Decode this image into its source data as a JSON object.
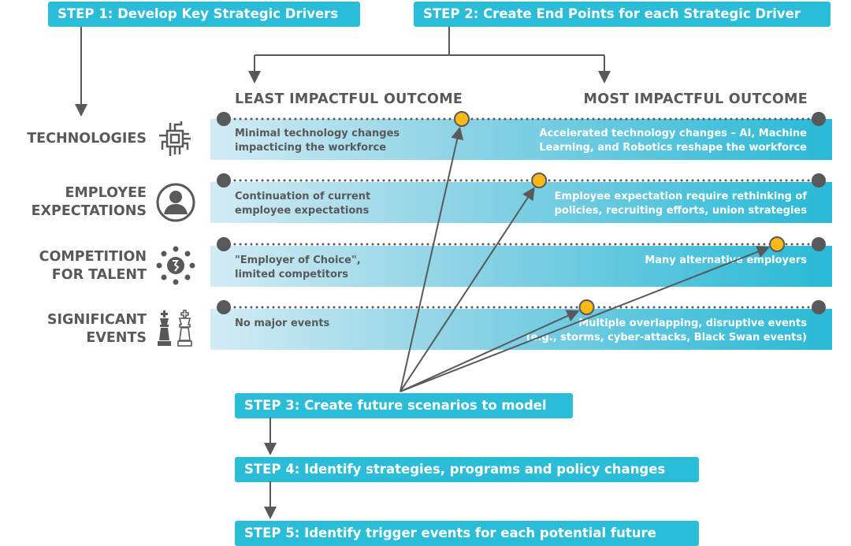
{
  "steps": {
    "step1": "STEP 1: Develop Key Strategic Drivers",
    "step2": "STEP 2: Create End Points for each Strategic Driver",
    "step3": "STEP 3: Create future scenarios to model",
    "step4": "STEP 4: Identify strategies, programs and policy changes",
    "step5": "STEP 5: Identify trigger events for each potential future"
  },
  "headers": {
    "least": "LEAST IMPACTFUL OUTCOME",
    "most": "MOST IMPACTFUL OUTCOME"
  },
  "drivers": [
    {
      "label_l1": "TECHNOLOGIES",
      "label_l2": "",
      "icon": "circuit-chip-icon",
      "least_l1": "Minimal technology changes",
      "least_l2": "impacticing the workforce",
      "most_l1": "Accelerated technology changes – AI, Machine",
      "most_l2": "Learning, and Robotics reshape the workforce",
      "scenario_position": 0.4
    },
    {
      "label_l1": "EMPLOYEE",
      "label_l2": "EXPECTATIONS",
      "icon": "person-avatar-icon",
      "least_l1": "Continuation of current",
      "least_l2": "employee expectations",
      "most_l1": "Employee expectation require rethinking of",
      "most_l2": "policies, recruiting efforts, union strategies",
      "scenario_position": 0.53
    },
    {
      "label_l1": "COMPETITION",
      "label_l2": "FOR TALENT",
      "icon": "global-talent-network-icon",
      "least_l1": "\"Employer of Choice\",",
      "least_l2": "limited competitors",
      "most_l1": "Many alternative employers",
      "most_l2": "",
      "scenario_position": 0.93
    },
    {
      "label_l1": "SIGNIFICANT",
      "label_l2": "EVENTS",
      "icon": "chess-kings-icon",
      "least_l1": "No major events",
      "least_l2": "",
      "most_l1": "Multiple overlapping, disruptive events",
      "most_l2": "(e.g., storms, cyber-attacks, Black Swan events)",
      "scenario_position": 0.61
    }
  ],
  "colors": {
    "accent": "#2bbcd8",
    "marker": "#fbb817",
    "gray": "#58595b"
  }
}
